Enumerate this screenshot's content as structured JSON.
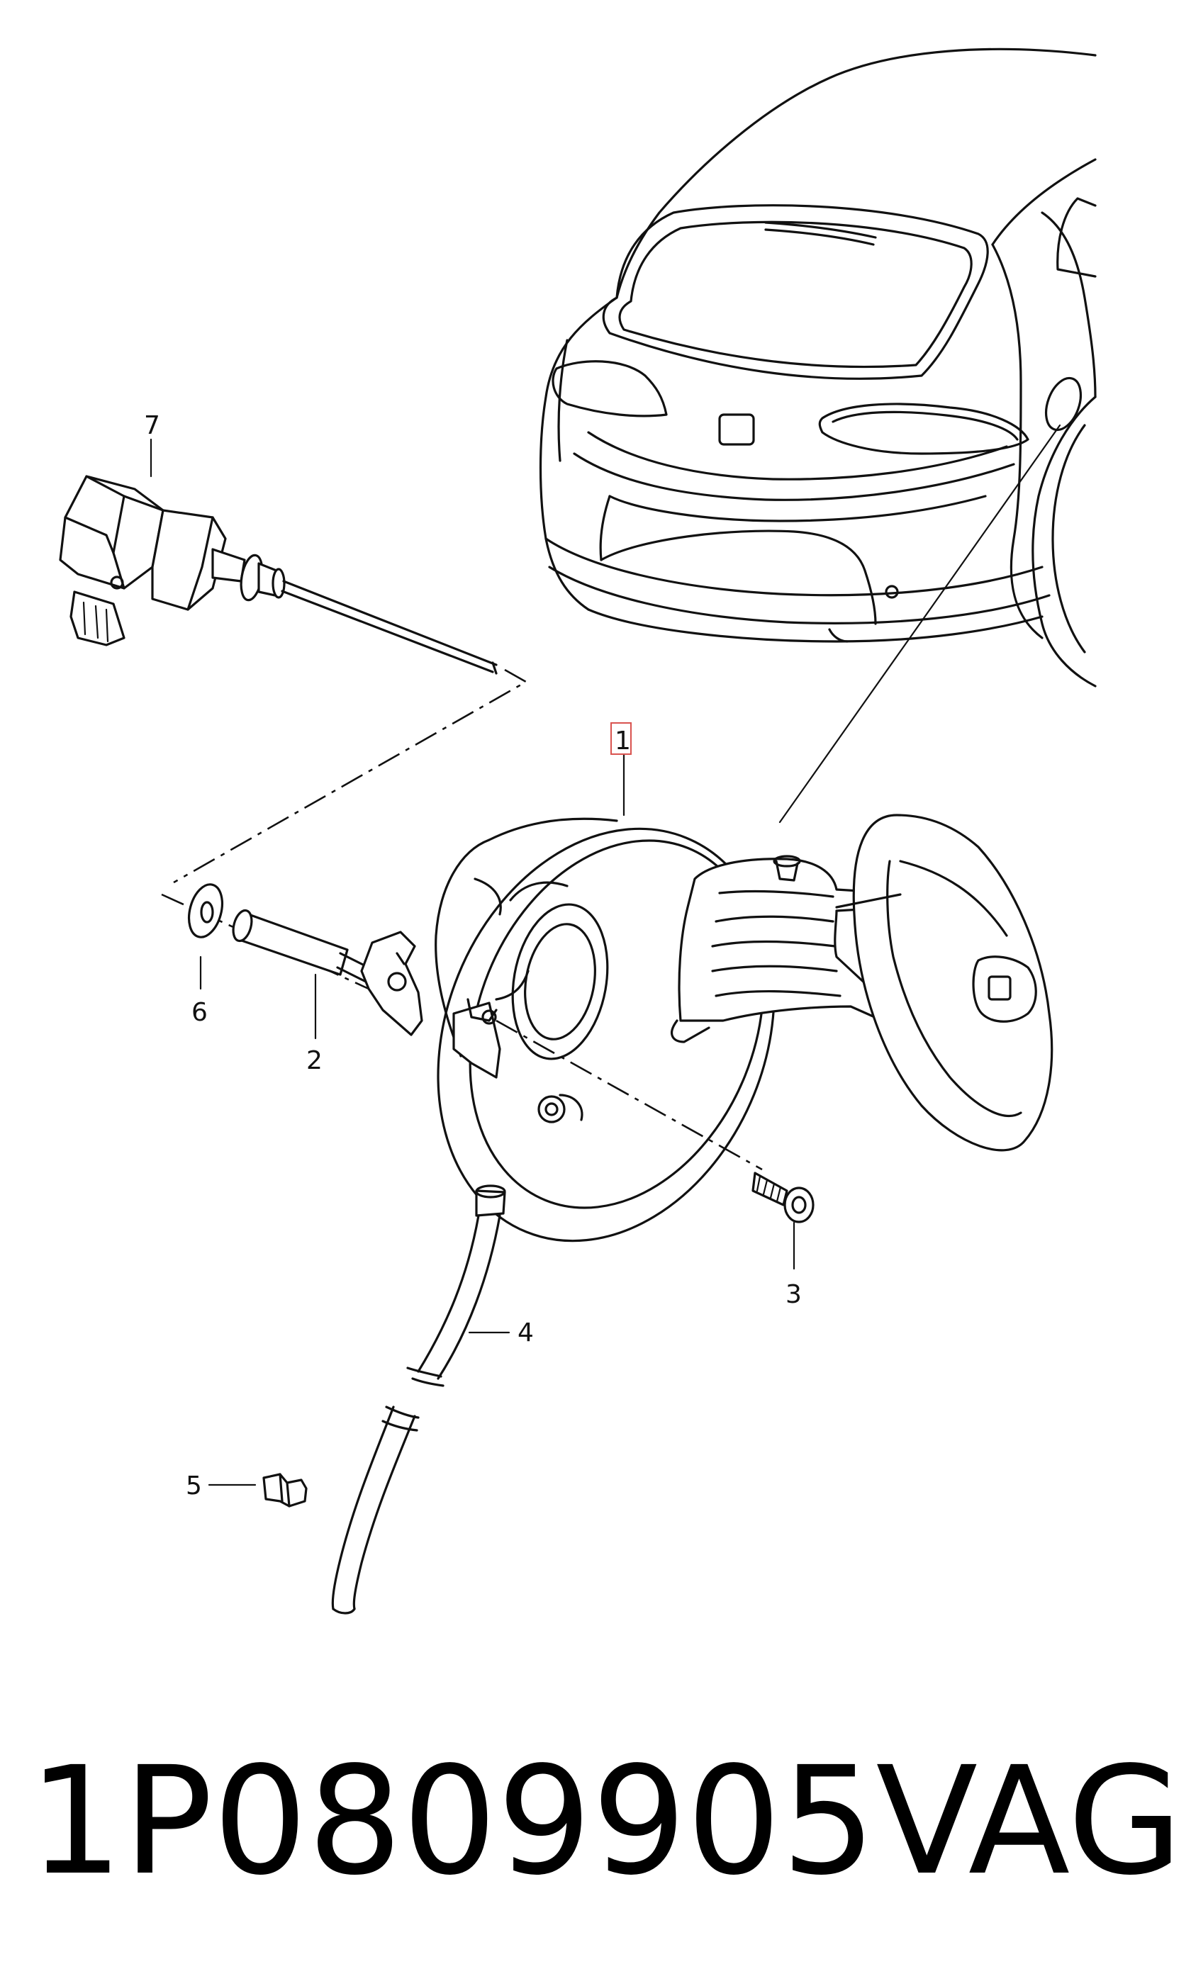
{
  "diagram": {
    "callouts": {
      "c1": "1",
      "c2": "2",
      "c3": "3",
      "c4": "4",
      "c5": "5",
      "c6": "6",
      "c7": "7"
    },
    "highlight_color": "#d9534f"
  },
  "footer": {
    "part_number": "1P0809905",
    "brand": "VAG"
  }
}
